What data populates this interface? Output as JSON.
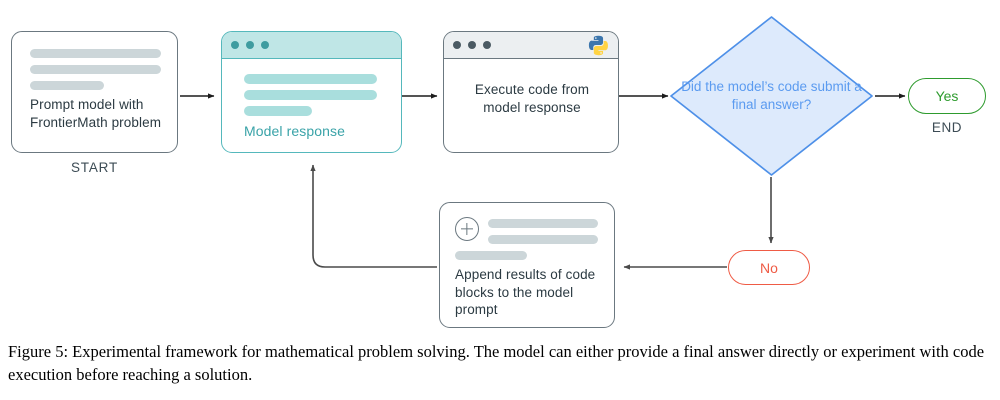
{
  "figure": {
    "caption": "Figure 5: Experimental framework for mathematical problem solving. The model can either provide a final answer directly or experiment with code execution before reaching a solution."
  },
  "nodes": {
    "prompt": {
      "text": "Prompt model with FrontierMath problem",
      "label": "START",
      "border_color": "#5a6b73",
      "skeleton_color": "#ccd6d9"
    },
    "model_response": {
      "text": "Model response",
      "header_color": "#bfe6e6",
      "border_color": "#55b8bc",
      "text_color": "#3aa3a8",
      "skeleton_color": "#a9dedd",
      "dots": [
        "dot-1",
        "dot-2",
        "dot-3"
      ]
    },
    "execute_code": {
      "text": "Execute code from model response",
      "header_color": "#eceff1",
      "border_color": "#6b7880",
      "dots": [
        "dot-1",
        "dot-2",
        "dot-3"
      ],
      "badge": "python-logo"
    },
    "decision": {
      "text": "Did the model’s code submit a final answer?",
      "fill_color": "#ddeafc",
      "border_color": "#4e90e8",
      "text_color": "#5b9bf0"
    },
    "yes": {
      "text": "Yes",
      "label": "END",
      "color": "#2e9b2e"
    },
    "no": {
      "text": "No",
      "color": "#ef5b45"
    },
    "append": {
      "text": "Append results of code blocks to the model prompt",
      "border_color": "#6b7880",
      "skeleton_color": "#ccd6d9",
      "icon": "plus-circle-icon"
    }
  },
  "connectors": [
    {
      "name": "prompt-to-model-response",
      "kind": "arrow-right"
    },
    {
      "name": "model-response-to-execute-code",
      "kind": "arrow-right"
    },
    {
      "name": "execute-code-to-decision",
      "kind": "arrow-right"
    },
    {
      "name": "decision-to-yes",
      "kind": "arrow-right"
    },
    {
      "name": "decision-to-no",
      "kind": "arrow-down"
    },
    {
      "name": "no-to-append",
      "kind": "arrow-left"
    },
    {
      "name": "append-to-model-response",
      "kind": "arrow-loop-up"
    }
  ]
}
